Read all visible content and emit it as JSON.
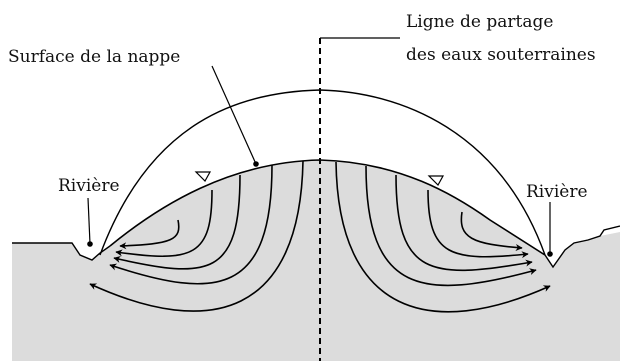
{
  "diagram": {
    "labels": {
      "water_table": "Surface de la nappe",
      "divide_line1": "Ligne de partage",
      "divide_line2": "des eaux souterraines",
      "river_left": "Rivière",
      "river_right": "Rivière"
    },
    "colors": {
      "aquifer_fill": "#dcdcdc",
      "line": "#000000",
      "background": "#ffffff"
    }
  }
}
